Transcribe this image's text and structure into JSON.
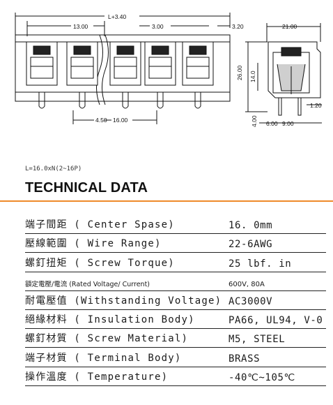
{
  "drawing": {
    "dim_total": "L+3.40",
    "dim_pitch_top": "13.00",
    "dim_offset": "3.00",
    "dim_edge": "3.20",
    "dim_width": "21.00",
    "dim_height": "26.00",
    "dim_inner_height": "14.0",
    "dim_pin": "1.20",
    "dim_pin_offset": "4.50",
    "dim_pitch_bottom": "16.00",
    "dim_bottom_left": "4.00",
    "dim_bottom_mid": "6.00",
    "dim_bottom_right": "9.00"
  },
  "formula": "L=16.0xN(2~16P)",
  "heading": "TECHNICAL DATA",
  "rows": [
    {
      "label": "端子間距 ( Center Spase)",
      "value": "16. 0mm",
      "small": false
    },
    {
      "label": "壓線範圍 ( Wire Range)",
      "value": "22-6AWG",
      "small": false
    },
    {
      "label": "螺釘扭矩 ( Screw Torque)",
      "value": "25 lbf. in",
      "small": false
    },
    {
      "label": "額定電壓/電流 (Rated Voltage/ Current)",
      "value": "600V, 80A",
      "small": true
    },
    {
      "label": "耐電壓值 (Withstanding Voltage)",
      "value": "AC3000V",
      "small": false
    },
    {
      "label": "絕緣材料 ( Insulation Body)",
      "value": "PA66, UL94, V-0",
      "small": false
    },
    {
      "label": "螺釘材質 ( Screw Material)",
      "value": "M5, STEEL",
      "small": false
    },
    {
      "label": "端子材質 ( Terminal Body)",
      "value": "BRASS",
      "small": false
    },
    {
      "label": "操作溫度 ( Temperature)",
      "value": "-40℃~105℃",
      "small": false
    }
  ]
}
